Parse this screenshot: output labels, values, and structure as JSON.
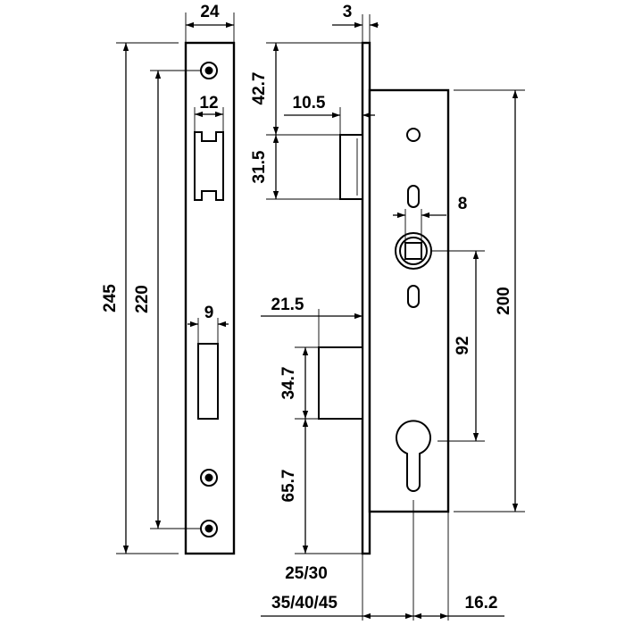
{
  "dimensions": {
    "faceplate_width": "24",
    "faceplate_thickness": "3",
    "latch_hole_width": "12",
    "bolt_hole_width": "9",
    "total_height": "245",
    "screw_spacing": "220",
    "latch_top_offset": "42.7",
    "latch_projection": "10.5",
    "latch_height": "31.5",
    "square_spindle": "8",
    "case_height": "200",
    "spindle_to_cylinder": "92",
    "bolt_projection": "21.5",
    "bolt_height": "34.7",
    "bolt_to_bottom": "65.7",
    "backset_options_1": "25/30",
    "backset_options_2": "35/40/45",
    "cylinder_offset": "16.2"
  }
}
